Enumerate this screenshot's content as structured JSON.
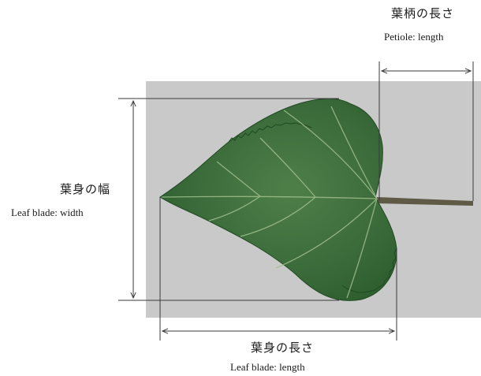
{
  "labels": {
    "petiole_length_jp": "葉柄の長さ",
    "petiole_length_en": "Petiole: length",
    "blade_width_jp": "葉身の幅",
    "blade_width_en": "Leaf blade: width",
    "blade_length_jp": "葉身の長さ",
    "blade_length_en": "Leaf blade: length"
  },
  "colors": {
    "background_panel": "#c9c9c9",
    "leaf_dark": "#2a5a2b",
    "leaf_light": "#4f7f49",
    "vein": "#9fbf8c",
    "petiole": "#5e5a45",
    "measure_line": "#3a3a3a"
  }
}
